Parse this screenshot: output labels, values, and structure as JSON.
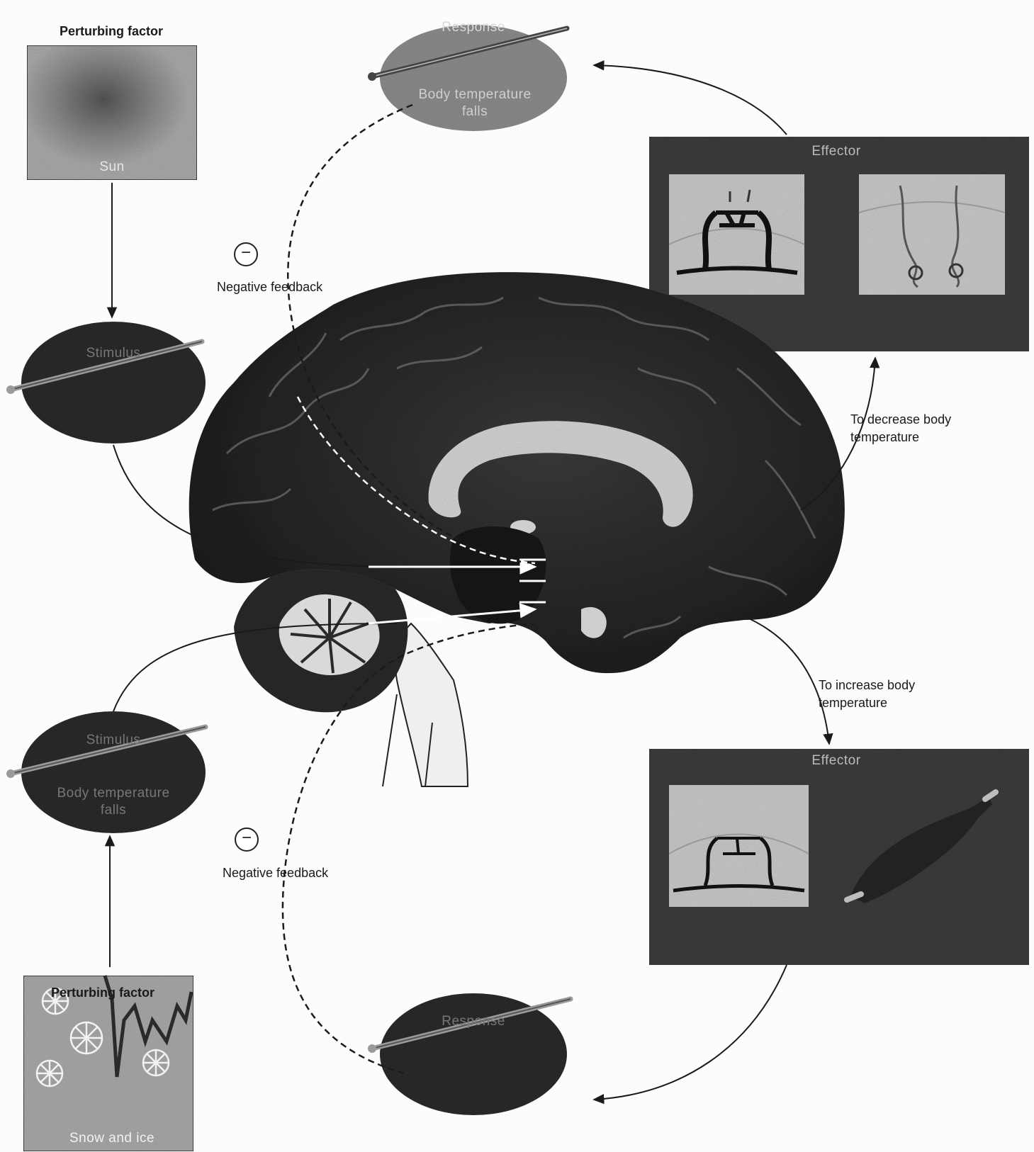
{
  "top": {
    "perturbing_factor": "Perturbing factor",
    "perturbing_image_label": "Sun",
    "stimulus_title": "Stimulus",
    "response_title": "Response",
    "response_text": "Body temperature falls",
    "negative_feedback": "Negative feedback",
    "effector_title": "Effector",
    "decrease_label": "To decrease body temperature"
  },
  "bottom": {
    "perturbing_factor": "Perturbing factor",
    "perturbing_image_label": "Snow and ice",
    "stimulus_title": "Stimulus",
    "stimulus_text": "Body temperature falls",
    "response_title": "Response",
    "negative_feedback": "Negative feedback",
    "effector_title": "Effector",
    "increase_label": "To increase body temperature"
  },
  "icons": [
    "sun-image",
    "snow-ice-image",
    "thermometer-icon",
    "brain-sagittal-image",
    "blood-vessel-image",
    "sweat-gland-image",
    "skeletal-muscle-image",
    "minus-sign-icon"
  ],
  "colors": {
    "panel_dark": "#3a3a3a",
    "panel_gray": "#8a8a8a",
    "brain": "#2a2a2a",
    "line": "#1a1a1a"
  }
}
